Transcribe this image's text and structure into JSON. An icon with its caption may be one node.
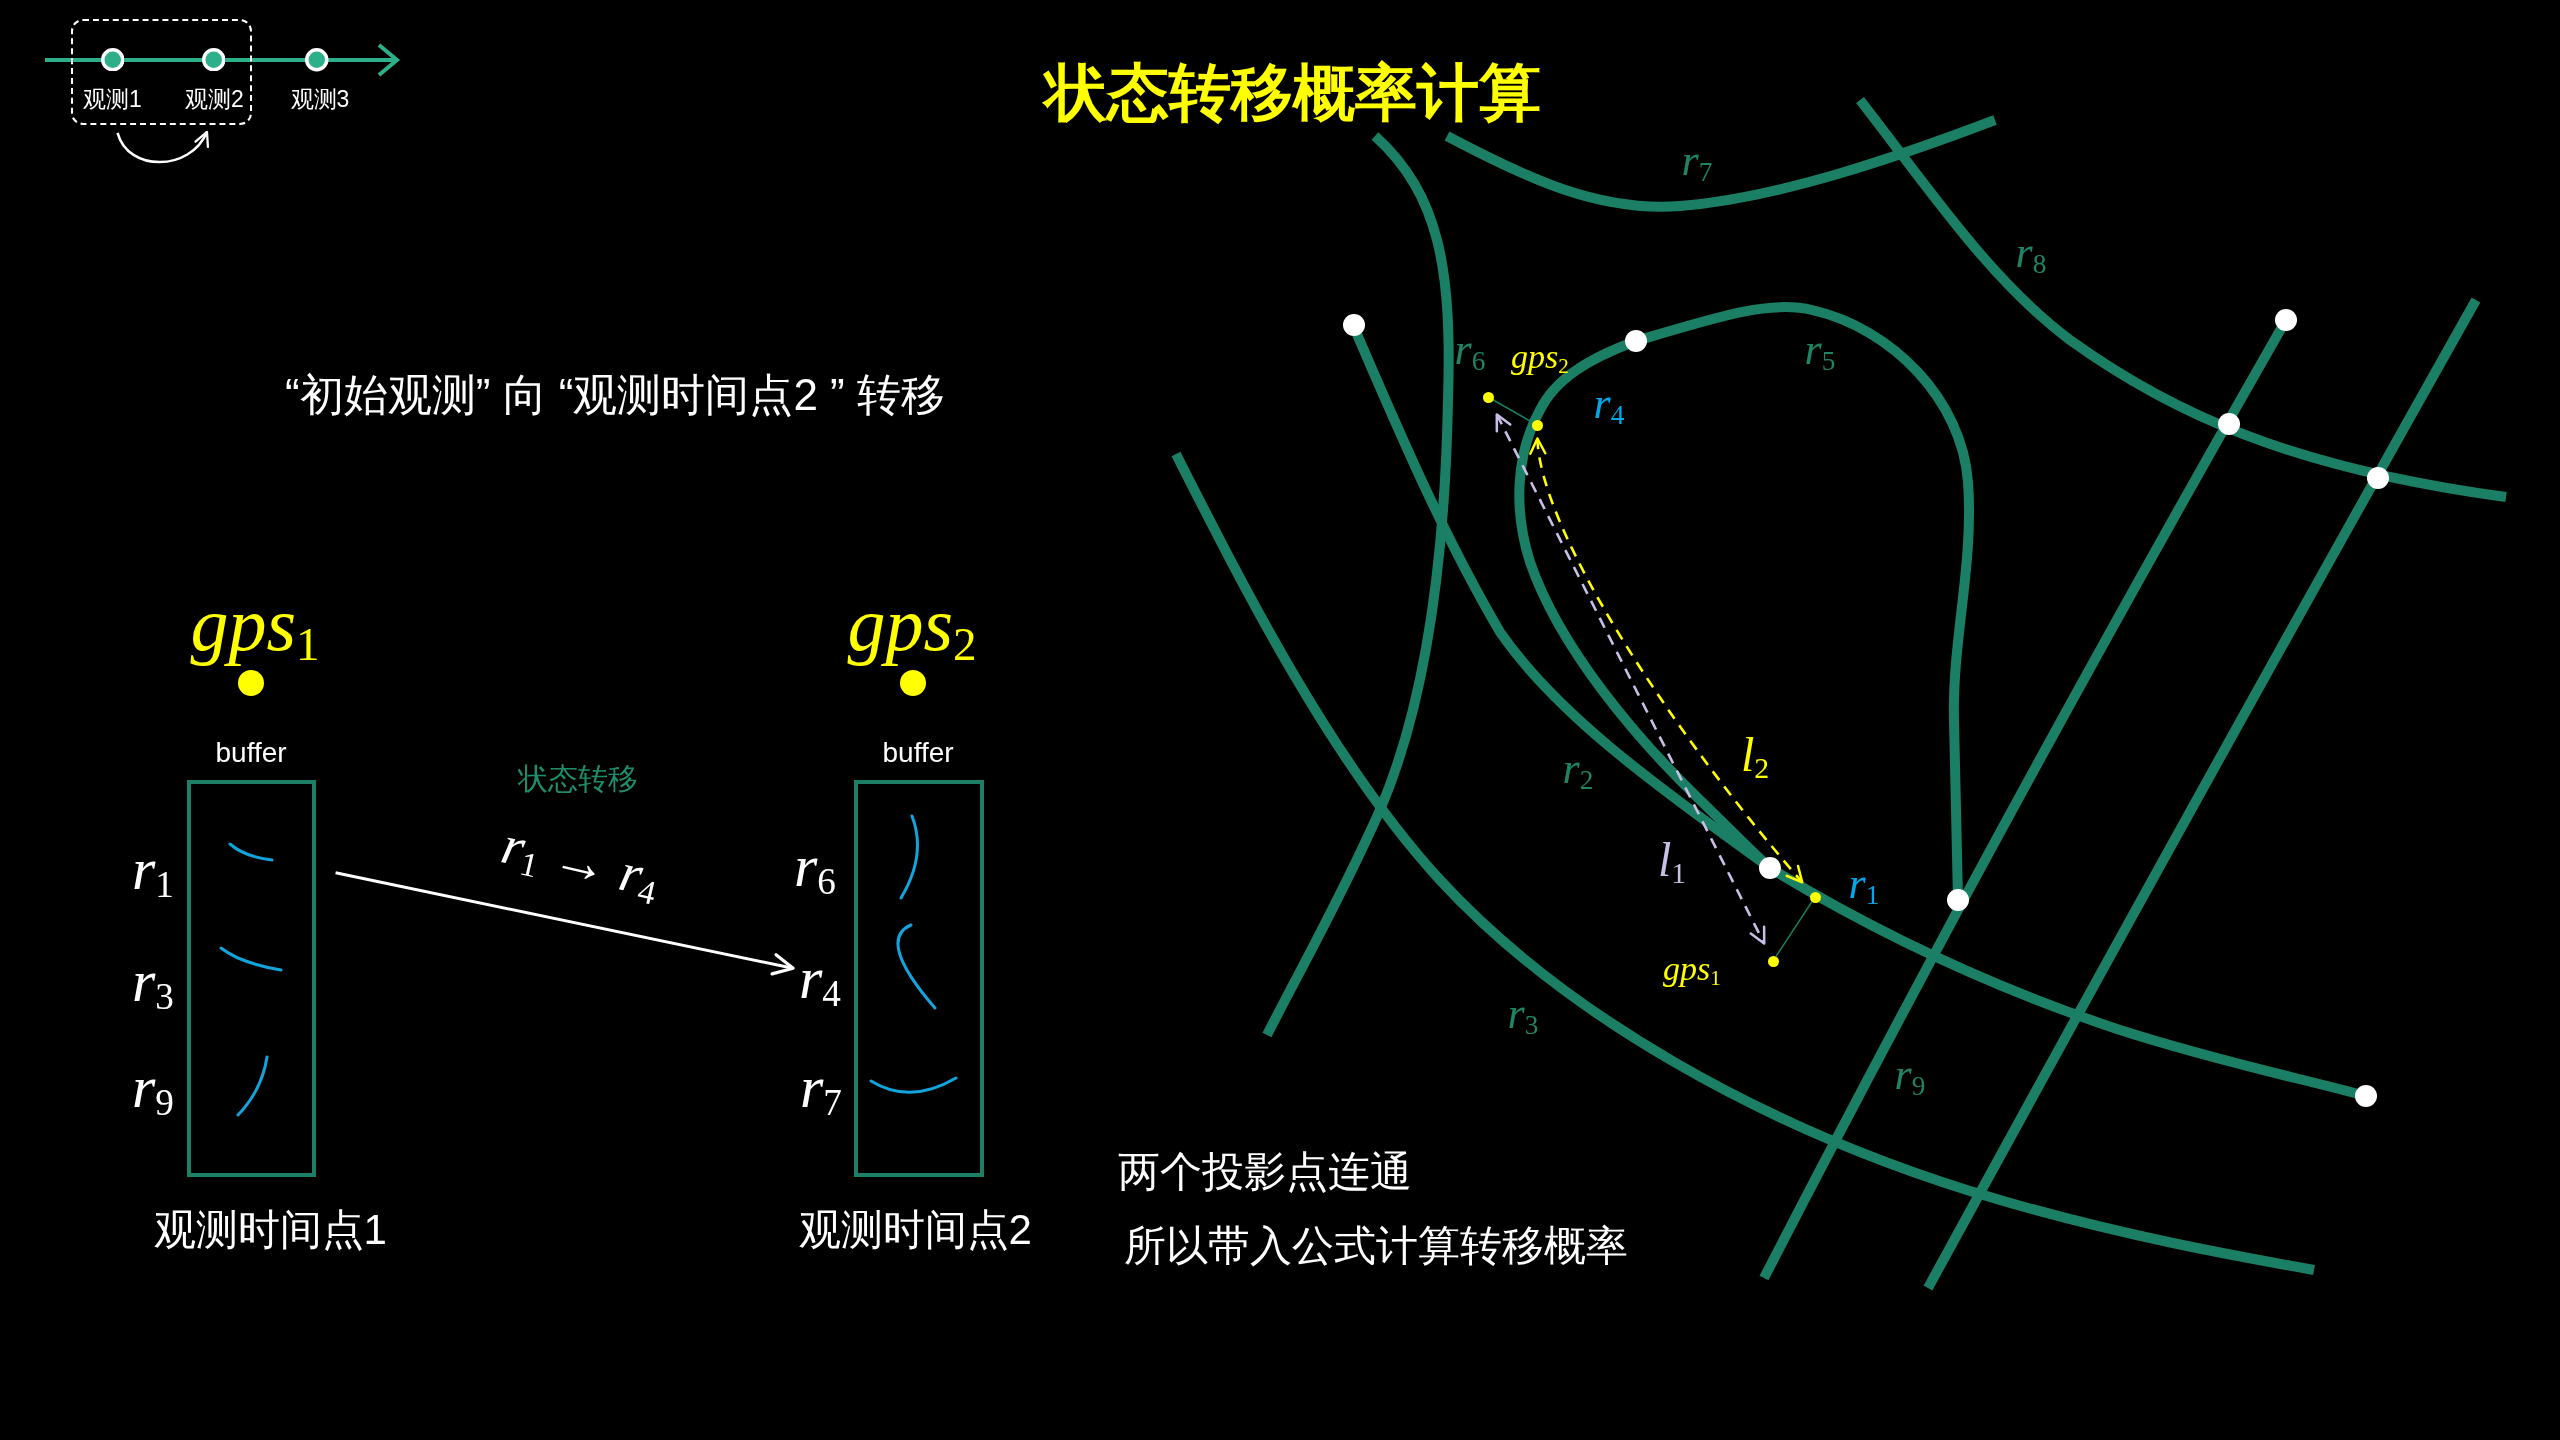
{
  "diagram": {
    "title": "状态转移概率计算",
    "nodes": [
      {
        "text": [],
        "shape": "box"
      },
      {
        "text": [
          "观测1"
        ],
        "in": 0
      },
      {
        "text": [
          "观测2"
        ],
        "in": 0
      },
      {
        "text": [
          "观测3"
        ]
      },
      {
        "text": [
          "*gps*$_{1}$"
        ]
      },
      {
        "text": [
          "buffer"
        ],
        "beside": [
          "*r*$_{1}$",
          "*r*$_{3}$",
          "*r*$_{9}$",
          "观测时间点1"
        ]
      },
      {
        "text": [
          "*gps*$_{2}$"
        ]
      },
      {
        "text": [
          "buffer"
        ],
        "beside": [
          "*r*$_{6}$",
          "*r*$_{7}$",
          "观测时间点2"
        ]
      },
      {
        "text": [
          "*r*$_{4}$"
        ]
      },
      {
        "text": [
          "*gps*$_{2}$"
        ]
      },
      {
        "text": [],
        "shape": "circle"
      },
      {
        "text": [
          "*gps*$_{1}$"
        ]
      },
      {
        "text": [],
        "shape": "circle"
      }
    ],
    "edges": [
      {
        "from": 1,
        "to": 2,
        "arrow": "to"
      },
      {
        "from": 5,
        "to": 8,
        "arrow": "to",
        "label": "*r*$_{1}$ → *r*$_{4}$"
      },
      {
        "from": 9,
        "to": 10,
        "arrow": "none",
        "color": "#1a7f64"
      },
      {
        "from": 11,
        "to": 12,
        "arrow": "none",
        "color": "#1a7f64"
      },
      {
        "from": 9,
        "to": 11,
        "arrow": "both",
        "style": "dashed",
        "color": "#c8bfe7",
        "label": "*l*$_{1}$"
      },
      {
        "from": 10,
        "to": 12,
        "arrow": "both",
        "style": "dashed",
        "color": "#ffff00",
        "label": "*l*$_{2}$"
      }
    ],
    "labels": [
      "“初始观测” 向 “观测时间点2 ” 转移",
      "状态转移",
      "*r*$_{7}$",
      "*r*$_{8}$",
      "*r*$_{6}$",
      "*r*$_{5}$",
      "*r*$_{4}$",
      "*r*$_{2}$",
      "*r*$_{1}$",
      "*r*$_{3}$",
      "*r*$_{9}$",
      "两个投影点连通",
      "所以带入公式计算转移概率"
    ]
  }
}
